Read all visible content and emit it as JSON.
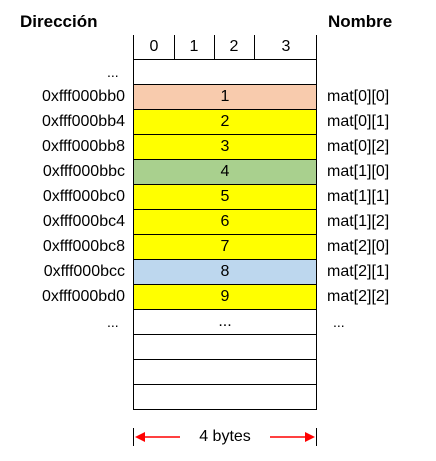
{
  "headers": {
    "address": "Dirección",
    "name": "Nombre"
  },
  "byte_columns": [
    "0",
    "1",
    "2",
    "3"
  ],
  "rows": [
    {
      "address": "...",
      "value": "",
      "name": "",
      "color": "#ffffff"
    },
    {
      "address": "0xfff000bb0",
      "value": "1",
      "name": "mat[0][0]",
      "color": "#f8cbad"
    },
    {
      "address": "0xfff000bb4",
      "value": "2",
      "name": "mat[0][1]",
      "color": "#ffff00"
    },
    {
      "address": "0xfff000bb8",
      "value": "3",
      "name": "mat[0][2]",
      "color": "#ffff00"
    },
    {
      "address": "0xfff000bbc",
      "value": "4",
      "name": "mat[1][0]",
      "color": "#a9d08e"
    },
    {
      "address": "0xfff000bc0",
      "value": "5",
      "name": "mat[1][1]",
      "color": "#ffff00"
    },
    {
      "address": "0xfff000bc4",
      "value": "6",
      "name": "mat[1][2]",
      "color": "#ffff00"
    },
    {
      "address": "0xfff000bc8",
      "value": "7",
      "name": "mat[2][0]",
      "color": "#ffff00"
    },
    {
      "address": "0xfff000bcc",
      "value": "8",
      "name": "mat[2][1]",
      "color": "#bdd7ee"
    },
    {
      "address": "0xfff000bd0",
      "value": "9",
      "name": "mat[2][2]",
      "color": "#ffff00"
    },
    {
      "address": "...",
      "value": "...",
      "name": "...",
      "color": "#ffffff"
    },
    {
      "address": "",
      "value": "",
      "name": "",
      "color": "#ffffff"
    },
    {
      "address": "",
      "value": "",
      "name": "",
      "color": "#ffffff"
    },
    {
      "address": "",
      "value": "",
      "name": "",
      "color": "#ffffff"
    }
  ],
  "width_annotation": {
    "label": "4 bytes",
    "color": "#ff0000"
  }
}
